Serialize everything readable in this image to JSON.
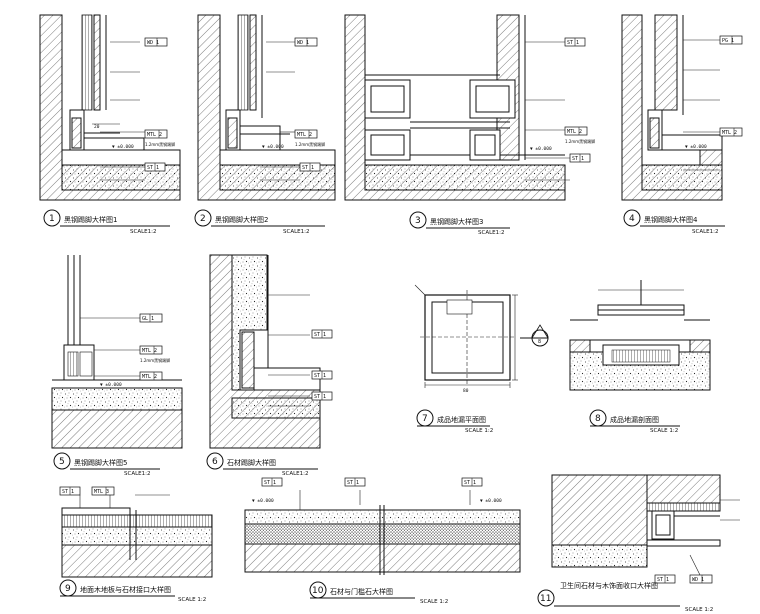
{
  "details": [
    {
      "num": "1",
      "title": "黑钢踢脚大样图1",
      "scale": "SCALE1:2"
    },
    {
      "num": "2",
      "title": "黑钢踢脚大样图2",
      "scale": "SCALE1:2"
    },
    {
      "num": "3",
      "title": "黑钢踢脚大样图3",
      "scale": "SCALE1:2"
    },
    {
      "num": "4",
      "title": "黑钢踢脚大样图4",
      "scale": "SCALE1:2"
    },
    {
      "num": "5",
      "title": "黑钢踢脚大样图5",
      "scale": "SCALE1:2"
    },
    {
      "num": "6",
      "title": "石材踢脚大样图",
      "scale": "SCALE1:2"
    },
    {
      "num": "7",
      "title": "成品地漏平面图",
      "scale": "SCALE  1:2"
    },
    {
      "num": "8",
      "title": "成品地漏剖面图",
      "scale": "SCALE  1:2"
    },
    {
      "num": "9",
      "title": "地面木地板与石材接口大样图",
      "scale": "SCALE  1:2"
    },
    {
      "num": "10",
      "title": "石材与门槛石大样图",
      "scale": "SCALE  1:2"
    },
    {
      "num": "11",
      "title": "卫生间石材与木饰面收口大样图",
      "scale": "SCALE  1:2"
    }
  ],
  "tags": {
    "wd1": "WD  1",
    "mtl2": "MTL  2",
    "st1": "ST  1",
    "pg1": "PG  1",
    "gl1": "GL  1",
    "mtl3": "MTL  3",
    "wd1b": "WD  1"
  },
  "notes": {
    "n12mm": "1.2mm黑钢踢脚",
    "level": "▼ ±0.000",
    "n20": "20",
    "n80": "80"
  },
  "marker8": "8"
}
